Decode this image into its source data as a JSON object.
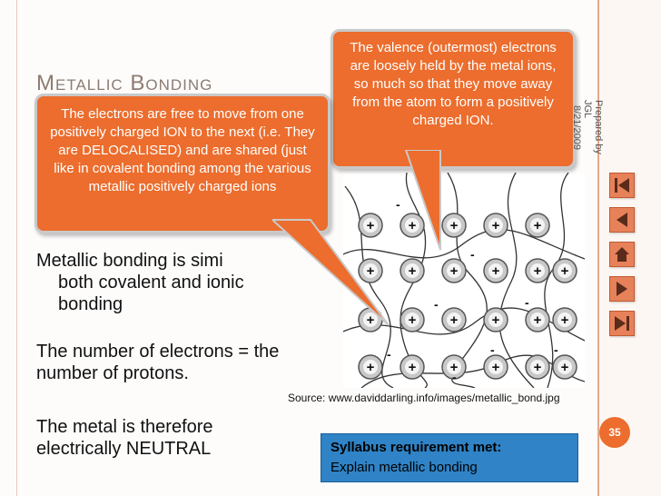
{
  "slide": {
    "title": "Metallic Bonding",
    "callout_left": "The electrons are free to move from one positively charged ION to the next (i.e. They are DELOCALISED) and are shared (just like in covalent bonding among the various metallic positively charged ions",
    "callout_right": "The valence (outermost) electrons are loosely held by the metal ions, so much so that they move away from the atom to form a positively charged ION.",
    "body_1": "Metallic bonding is similar to both covalent and ionic bonding",
    "body_1_visible": "Metallic bonding is simi",
    "body_1_line2": "both covalent and ionic",
    "body_1_line3": "bonding",
    "body_2_line1": "The number of electrons = the",
    "body_2_line2": "number of protons.",
    "body_3_line1": "The metal is therefore",
    "body_3_line2": "electrically NEUTRAL",
    "source": "Source: www.daviddarling.info/images/metallic_bond.jpg",
    "requirement_title": "Syllabus requirement met:",
    "requirement_text": "Explain metallic bonding",
    "page_number": "35",
    "prepared_by": "Prepared by JGL",
    "date": "8/21/2009"
  },
  "diagram": {
    "ion_symbol": "+",
    "electron_symbol": "-"
  },
  "navigation": {
    "buttons": [
      "first-slide-icon",
      "previous-slide-icon",
      "home-icon",
      "next-slide-icon",
      "last-slide-icon"
    ]
  },
  "colors": {
    "accent": "#ec6d2d",
    "title": "#8d7b72",
    "requirement_box": "#2f83c6",
    "nav_button": "#e7815a"
  }
}
